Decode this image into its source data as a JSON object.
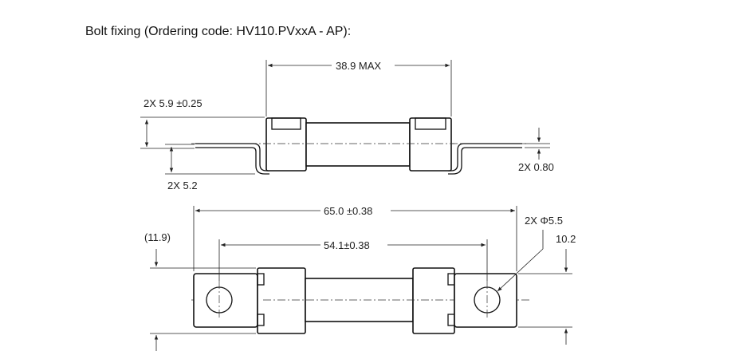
{
  "heading": "Bolt fixing (Ordering code: HV110.PVxxA - AP):",
  "dimensions": {
    "overall_length_top": "38.9 MAX",
    "tab_height": "2X 5.9 ±0.25",
    "tab_offset": "2X 5.2",
    "tab_thickness": "2X 0.80",
    "overall_length": "65.0 ±0.38",
    "hole_pitch": "54.1±0.38",
    "hole_diameter": "2X Φ5.5",
    "body_width": "(11.9)",
    "tab_width": "10.2"
  }
}
